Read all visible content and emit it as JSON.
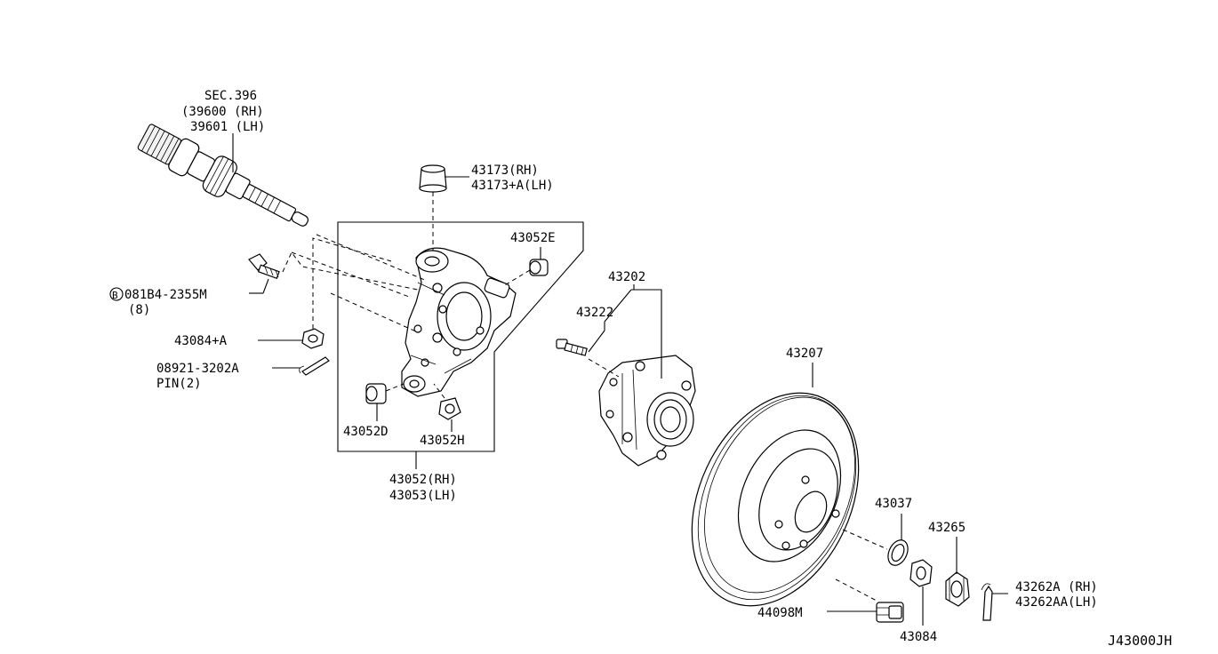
{
  "labels": {
    "sec_396": "SEC.396",
    "p_39600": "(39600 (RH)",
    "p_39601": "39601 (LH)",
    "p_43173_rh": "43173(RH)",
    "p_43173_lh": "43173+A(LH)",
    "p_43052e": "43052E",
    "p_081b4": "081B4-2355M",
    "p_081b4_qty": "(8)",
    "circle_b": "B",
    "p_43084a": "43084+A",
    "p_08921": "08921-3202A",
    "p_pin": "PIN(2)",
    "p_43052d": "43052D",
    "p_43052h": "43052H",
    "p_43052_rh": "43052(RH)",
    "p_43053_lh": "43053(LH)",
    "p_43202": "43202",
    "p_43222": "43222",
    "p_43207": "43207",
    "p_43037": "43037",
    "p_43265": "43265",
    "p_43262a": "43262A (RH)",
    "p_43262aa": "43262AA(LH)",
    "p_44098m": "44098M",
    "p_43084": "43084",
    "diagram_code": "J43000JH"
  }
}
